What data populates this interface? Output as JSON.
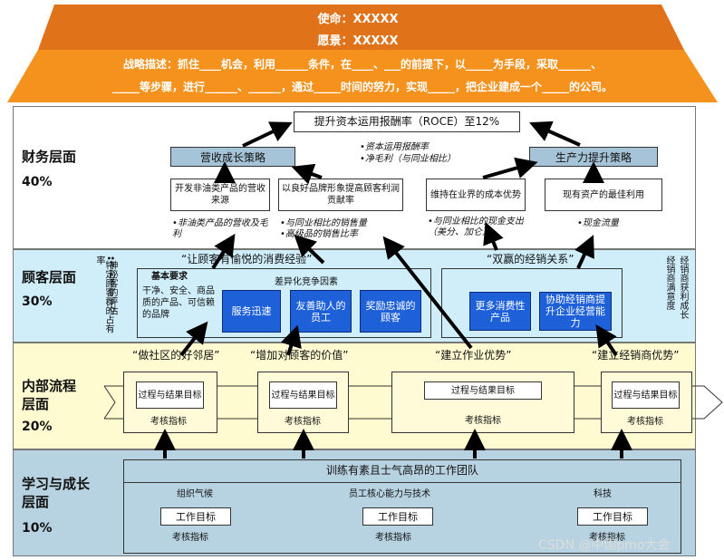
{
  "roof": {
    "mission": "使命：XXXXX",
    "vision": "愿景：XXXXX",
    "strategy_line1": "战略描述：抓住____机会，利用______条件，在____、___的前提下，以_____为手段，采取______、",
    "strategy_line2": "_____等步骤，进行______、______，通过_____时间的努力，实现_____，把企业建成一个_____的公司。",
    "colors": {
      "roof_top": "#e0721a",
      "roof_bottom": "#f5921e"
    }
  },
  "financial": {
    "label": "财务层面",
    "pct": "40%",
    "top_goal": "提升资本运用报酬率（ROCE）至12%",
    "top_notes": [
      "•资本运用报酬率",
      "•净毛利（与同业相比）"
    ],
    "left_strategy": "营收成长策略",
    "right_strategy": "生产力提升策略",
    "box_new_revenue": "开发非油类产品的营收来源",
    "box_brand": "以良好品牌形象提高顾客利润贡献率",
    "box_cost": "维持在业界的成本优势",
    "box_assets": "现有资产的最佳利用",
    "note_nonoil": "•非油类产品的营收及毛利",
    "note_sales": "•与同业相比的销售量\n•高级品的销售比率",
    "note_cost": "•与同业相比的现金支出（美分、加仑）",
    "note_cash": "•现金流量"
  },
  "customer": {
    "label": "顾客层面",
    "pct": "30%",
    "side_left_1": "•特定顾客群的占有率",
    "side_left_2": "•神秘客的评估",
    "side_right_1": "经销商满意度",
    "side_right_2": "经销商获利成长",
    "experience_title": "“让顾客有愉悦的消费经验”",
    "basic_title": "基本要求",
    "basic_text": "干净、安全、商品质的产品、可信赖的品牌",
    "diff_title": "差异化竞争因素",
    "diff_items": [
      "服务迅速",
      "友善助人的员工",
      "奖励忠诚的顾客"
    ],
    "winwin_title": "“双赢的经销关系”",
    "winwin_items": [
      "更多消费性产品",
      "协助经销商提升企业经营能力"
    ]
  },
  "process": {
    "label": "内部流程\n层面",
    "pct": "20%",
    "themes": [
      "“做社区的好邻居”",
      "“增加对顾客的价值”",
      "“建立作业优势”",
      "“建立经销商优势”"
    ],
    "goal_label": "过程与结果目标",
    "goal_label_wide": "过程与结果目标",
    "kpi_label": "考核指标"
  },
  "learning": {
    "label": "学习与成长\n层面",
    "pct": "10%",
    "team": "训练有素且士气高昂的工作团队",
    "cols": [
      "组织气候",
      "员工核心能力与技术",
      "科技"
    ],
    "goal_label": "工作目标",
    "kpi_label": "考核指标"
  },
  "watermark": "CSDN @中国pmo大会"
}
